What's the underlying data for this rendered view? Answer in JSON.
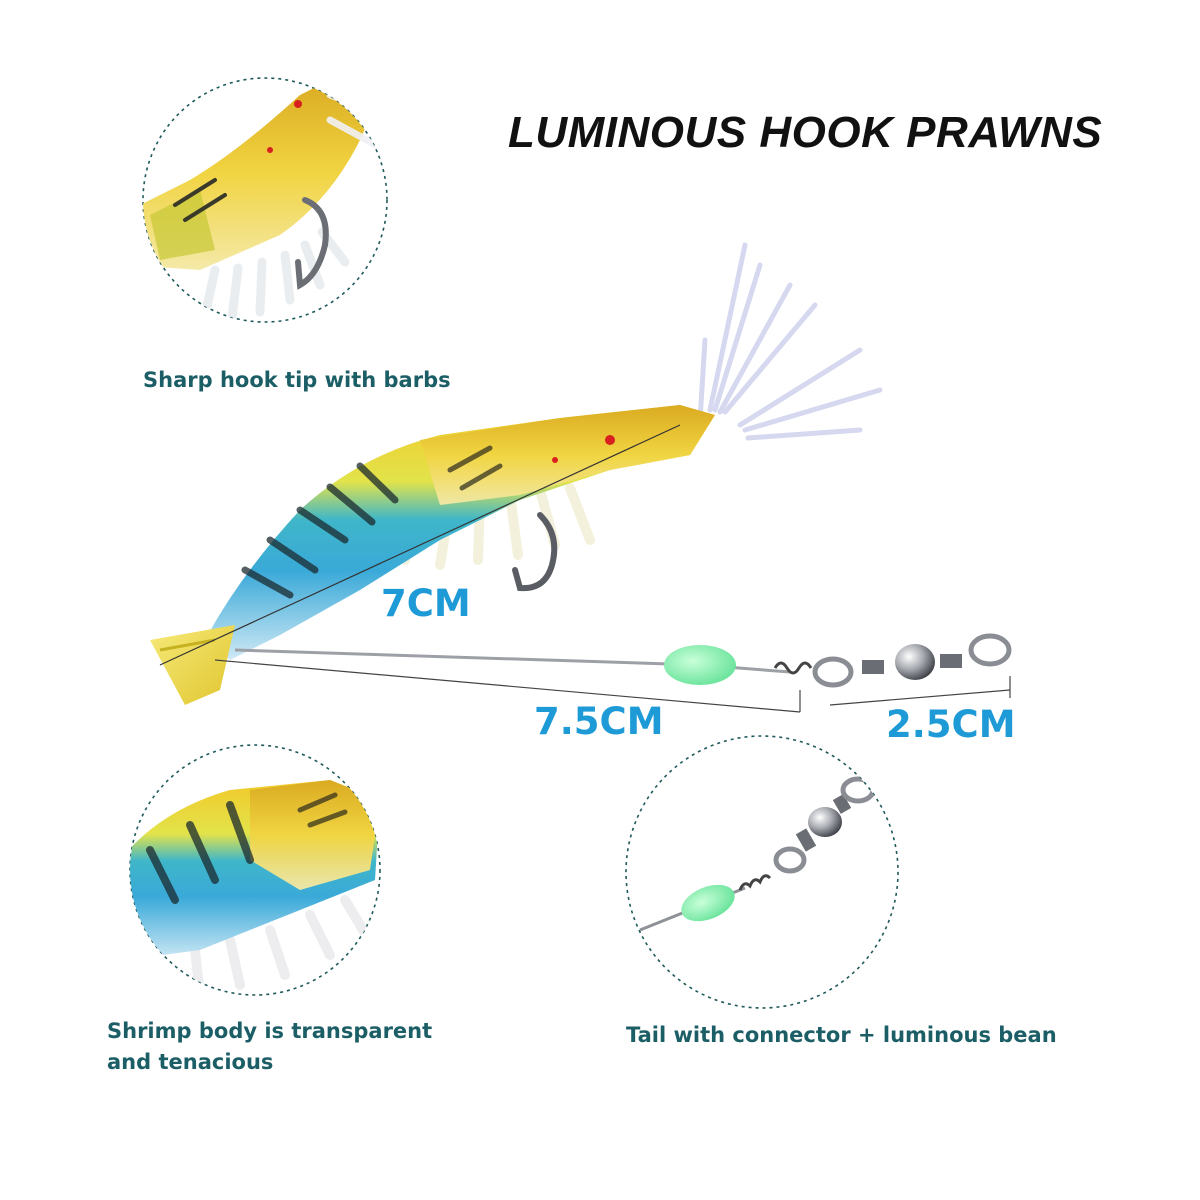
{
  "title": "LUMINOUS HOOK PRAWNS",
  "colors": {
    "caption_text": "#1c5e66",
    "dimension_text": "#1e9ad6",
    "title_text": "#111111",
    "circle_border": "#1f5a5a",
    "glow_bead": "#86f2b0",
    "shrimp_yellow": "#f2d42a",
    "shrimp_blue": "#3aa9d8"
  },
  "callouts": {
    "hook": {
      "caption": "Sharp hook tip with barbs"
    },
    "body": {
      "caption_line1": "Shrimp body is transparent",
      "caption_line2": "and tenacious"
    },
    "tail": {
      "caption": "Tail with connector + luminous bean"
    }
  },
  "dimensions": {
    "body_length": "7CM",
    "leader_length": "7.5CM",
    "swivel_length": "2.5CM"
  },
  "icons": [
    "hook-icon",
    "swivel-icon",
    "luminous-bead-icon"
  ]
}
